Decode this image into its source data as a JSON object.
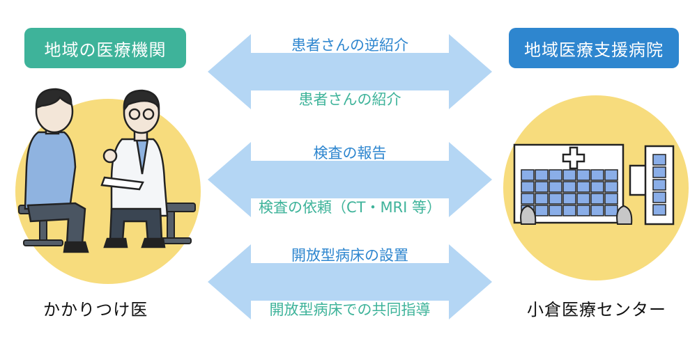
{
  "colors": {
    "left_badge": "#3eb39a",
    "right_badge": "#2e86cf",
    "arrow_fill": "#b4d6f4",
    "label_blue": "#2e86cf",
    "label_green": "#3eb39a",
    "circle_fill": "#f7dc7d",
    "building_window": "#8aaee8"
  },
  "left": {
    "badge": "地域の医療機関",
    "caption": "かかりつけ医",
    "icon": "doctor-consulting-patient-illustration"
  },
  "right": {
    "badge": "地域医療支援病院",
    "caption": "小倉医療センター",
    "icon": "hospital-building-illustration"
  },
  "arrows": [
    {
      "top_label": "患者さんの逆紹介",
      "bottom_label": "患者さんの紹介"
    },
    {
      "top_label": "検査の報告",
      "bottom_label": "検査の依頼（CT・MRI 等）"
    },
    {
      "top_label": "開放型病床の設置",
      "bottom_label": "開放型病床での共同指導"
    }
  ]
}
